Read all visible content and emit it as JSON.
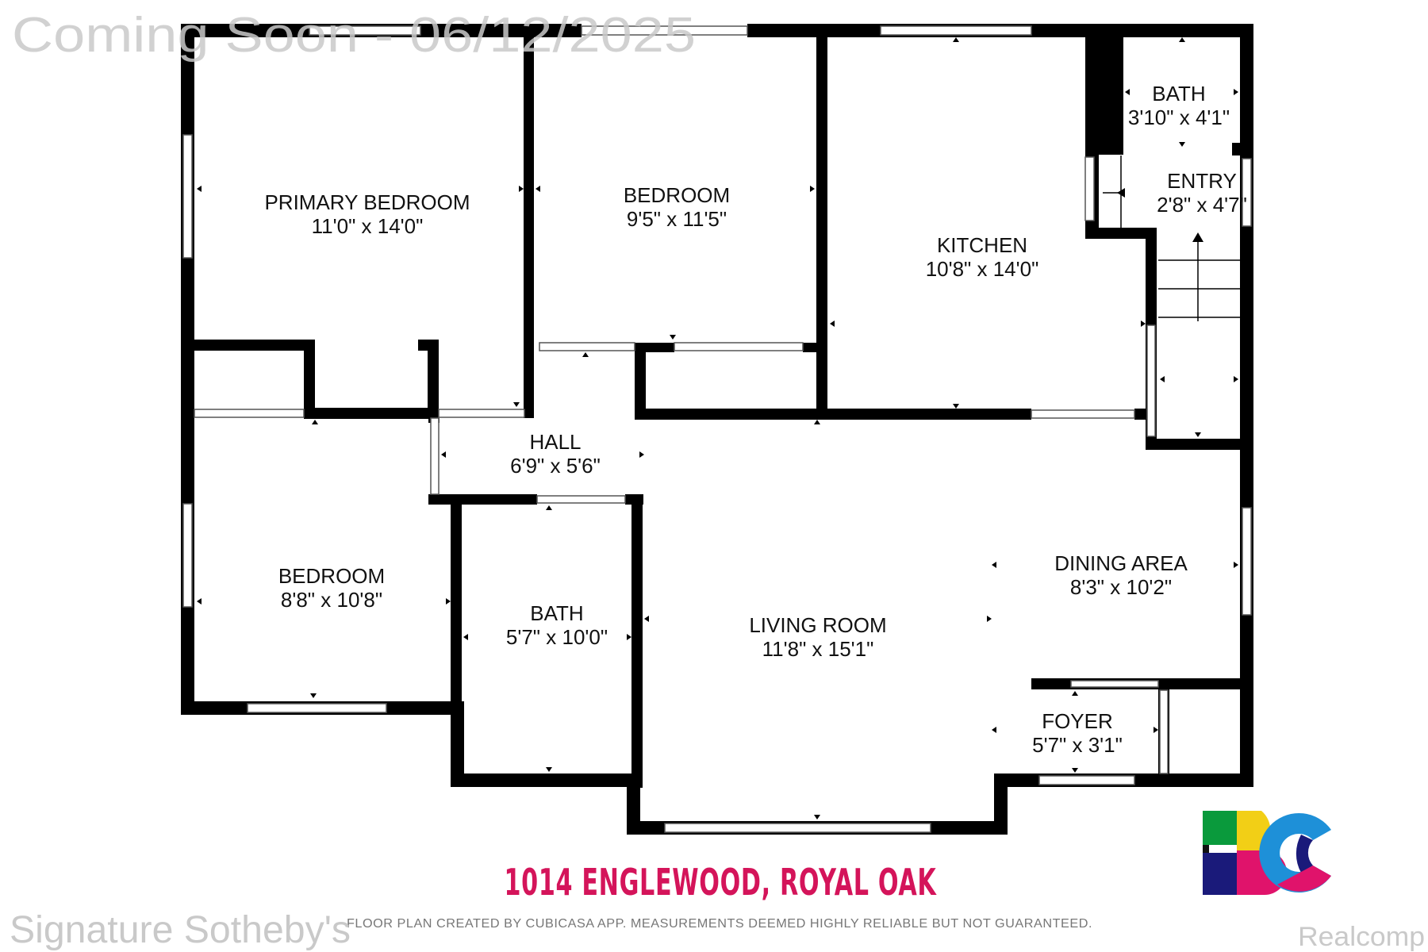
{
  "watermark_top": "Coming Soon - 06/12/2025",
  "rooms": [
    {
      "name": "PRIMARY BEDROOM",
      "dims": "11'0\" x 14'0\""
    },
    {
      "name": "BEDROOM",
      "dims": "9'5\" x 11'5\""
    },
    {
      "name": "KITCHEN",
      "dims": "10'8\" x 14'0\""
    },
    {
      "name": "BATH",
      "dims": "3'10\" x 4'1\""
    },
    {
      "name": "ENTRY",
      "dims": "2'8\" x 4'7\""
    },
    {
      "name": "HALL",
      "dims": "6'9\" x 5'6\""
    },
    {
      "name": "BEDROOM",
      "dims": "8'8\" x 10'8\""
    },
    {
      "name": "BATH",
      "dims": "5'7\" x 10'0\""
    },
    {
      "name": "LIVING ROOM",
      "dims": "11'8\" x 15'1\""
    },
    {
      "name": "DINING AREA",
      "dims": "8'3\" x 10'2\""
    },
    {
      "name": "FOYER",
      "dims": "5'7\" x 3'1\""
    }
  ],
  "address": "1014 ENGLEWOOD, ROYAL OAK",
  "disclaimer": "FLOOR PLAN CREATED BY CUBICASA APP. MEASUREMENTS DEEMED HIGHLY RELIABLE BUT NOT GUARANTEED.",
  "watermark_bottom_left": "Signature Sotheby's",
  "watermark_bottom_right": "Realcomp",
  "logo_letters": "BC",
  "colors": {
    "address": "#d4145a",
    "logo_green": "#0a9a3c",
    "logo_yellow": "#f2cf16",
    "logo_navy": "#1a1a7a",
    "logo_pink": "#e0136b",
    "logo_blue": "#1e90d8",
    "logo_red": "#d81e3c"
  }
}
